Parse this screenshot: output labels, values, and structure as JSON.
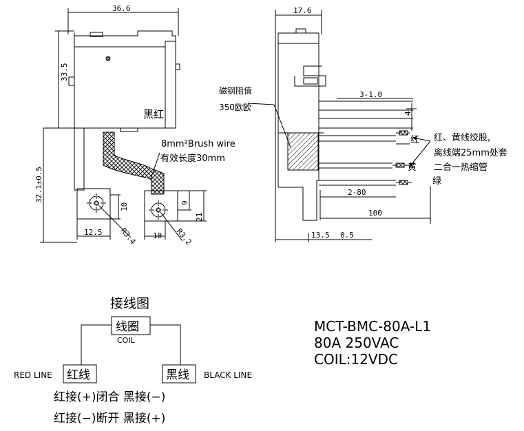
{
  "dims": {
    "top_width": "36.6",
    "height_upper": "33.5",
    "height_lower": "32.1±0.5",
    "terminal_w1": "10",
    "terminal_w2": "12.5",
    "terminal_angle1": "R3.4",
    "terminal_w3": "10",
    "terminal_h1": "9",
    "terminal_h2": "21",
    "terminal_angle2": "R3.2",
    "side_width": "17.6",
    "side_dim1": "3-1.0",
    "side_dim2": "4",
    "side_dim3": "2-80",
    "side_dim4": "100",
    "side_dim5": "13.5",
    "side_dim6": "0.5"
  },
  "labels": {
    "black_red": "黑红",
    "brush_wire": "8mm²Brush wire",
    "effective_length": "有效长度30mm",
    "resistor_1": "磁钢阻值",
    "resistor_2": "350欧欧",
    "wire_red": "红",
    "wire_yellow": "黄",
    "wire_green": "绿",
    "note_1": "红、黄线绞股,",
    "note_2": "离线端25mm处套",
    "note_3": "二合一热缩管"
  },
  "wiring": {
    "title": "接线图",
    "coil_box": "线圈",
    "coil_label": "COIL",
    "red_line_label": "RED LINE",
    "red_box": "红线",
    "black_box": "黑线",
    "black_line_label": "BLACK LINE",
    "rule_1": "红接(+)闭合  黑接(−)",
    "rule_2": "红接(−)断开  黑接(+)"
  },
  "spec": {
    "model": "MCT-BMC-80A-L1",
    "rating": "80A  250VAC",
    "coil": "COIL:12VDC"
  }
}
